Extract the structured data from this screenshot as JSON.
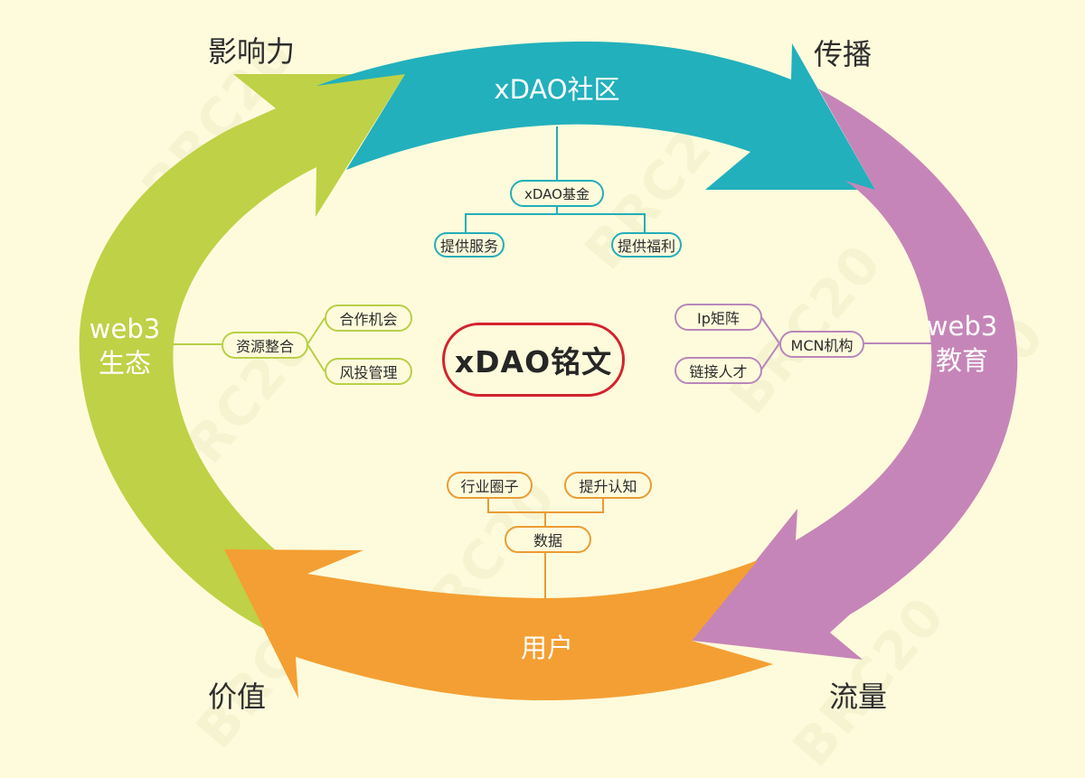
{
  "diagram": {
    "center": {
      "label": "xDAO铭文",
      "border_color": "#d3232e"
    },
    "corner_labels": {
      "top_left": "影响力",
      "top_right": "传播",
      "bottom_right": "流量",
      "bottom_left": "价值"
    },
    "arrows": [
      {
        "id": "top",
        "label": "xDAO社区",
        "color": "#22b0bc",
        "direction": "left-to-right"
      },
      {
        "id": "right",
        "label_line1": "web3",
        "label_line2": "教育",
        "color": "#c685b8",
        "direction": "top-to-bottom"
      },
      {
        "id": "bottom",
        "label": "用户",
        "color": "#f49f33",
        "direction": "right-to-left"
      },
      {
        "id": "left",
        "label_line1": "web3",
        "label_line2": "生态",
        "color": "#bfd146",
        "direction": "bottom-to-top"
      }
    ],
    "branches": {
      "top": {
        "color": "#24adb9",
        "root": "xDAO基金",
        "children": [
          "提供服务",
          "提供福利"
        ]
      },
      "left": {
        "color": "#b9cf47",
        "root": "资源整合",
        "children": [
          "合作机会",
          "风投管理"
        ]
      },
      "right": {
        "color": "#b987bb",
        "root": "MCN机构",
        "children": [
          "Ip矩阵",
          "链接人才"
        ]
      },
      "bottom": {
        "color": "#eb9b34",
        "root": "数据",
        "children": [
          "行业圈子",
          "提升认知"
        ]
      }
    },
    "watermark": "BRC20",
    "background": "#fdfbdc"
  }
}
